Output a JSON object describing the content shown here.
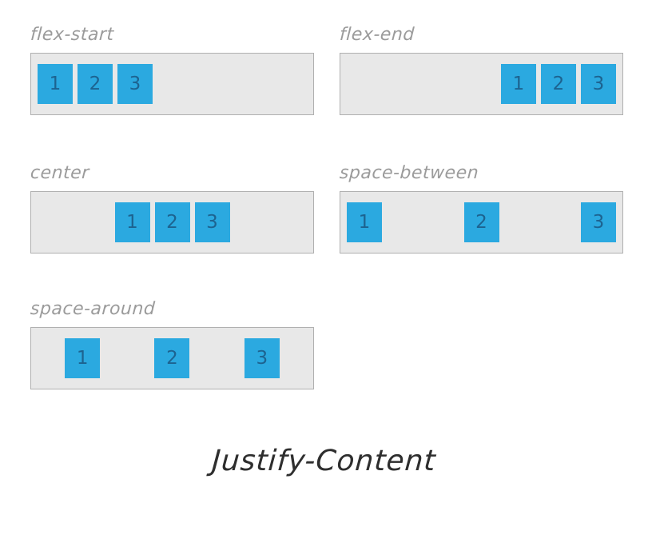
{
  "title": "Justify-Content",
  "colors": {
    "item_fill": "#2ba9e0",
    "item_text": "#1d6390",
    "container_fill": "#e8e8e8",
    "container_border": "#b0b0b0",
    "label_text": "#9b9b9b",
    "caption_text": "#2e2e2e",
    "page_background": "#ffffff"
  },
  "diagram": {
    "property": "justify-content",
    "items": [
      "1",
      "2",
      "3"
    ],
    "demos": [
      {
        "label": "flex-start",
        "value": "flex-start",
        "items": [
          "1",
          "2",
          "3"
        ]
      },
      {
        "label": "flex-end",
        "value": "flex-end",
        "items": [
          "1",
          "2",
          "3"
        ]
      },
      {
        "label": "center",
        "value": "center",
        "items": [
          "1",
          "2",
          "3"
        ]
      },
      {
        "label": "space-between",
        "value": "space-between",
        "items": [
          "1",
          "2",
          "3"
        ]
      },
      {
        "label": "space-around",
        "value": "space-around",
        "items": [
          "1",
          "2",
          "3"
        ]
      }
    ]
  }
}
